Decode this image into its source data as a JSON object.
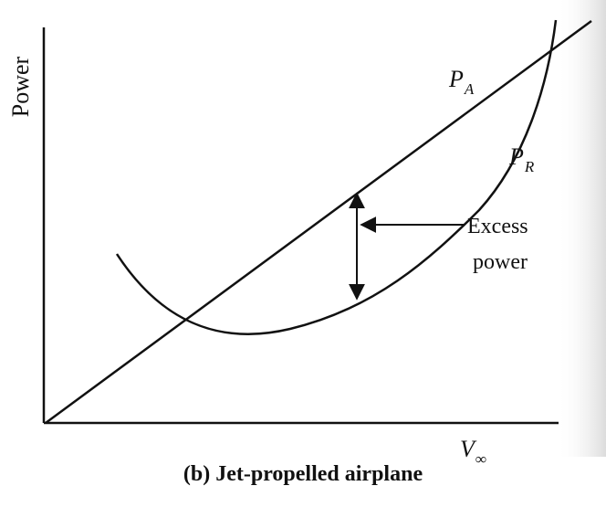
{
  "axes": {
    "y_label": "Power",
    "x_label": "V",
    "x_label_subscript": "∞"
  },
  "curves": {
    "available": {
      "symbol": "P",
      "subscript": "A"
    },
    "required": {
      "symbol": "P",
      "subscript": "R"
    }
  },
  "annotation": {
    "line1": "Excess",
    "line2": "power"
  },
  "caption": "(b) Jet-propelled airplane",
  "colors": {
    "ink": "#111111",
    "background": "#ffffff",
    "edge_shadow": "#e3e3e3"
  }
}
